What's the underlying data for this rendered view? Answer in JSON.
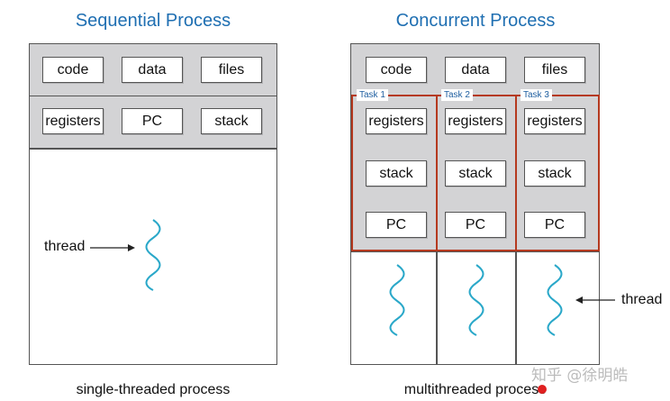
{
  "left": {
    "title": "Sequential Process",
    "row1": [
      "code",
      "data",
      "files"
    ],
    "row2": [
      "registers",
      "PC",
      "stack"
    ],
    "thread_label": "thread",
    "caption": "single-threaded process"
  },
  "right": {
    "title": "Concurrent Process",
    "row1": [
      "code",
      "data",
      "files"
    ],
    "tasks": [
      {
        "tag": "Task 1",
        "items": [
          "registers",
          "stack",
          "PC"
        ]
      },
      {
        "tag": "Task 2",
        "items": [
          "registers",
          "stack",
          "PC"
        ]
      },
      {
        "tag": "Task 3",
        "items": [
          "registers",
          "stack",
          "PC"
        ]
      }
    ],
    "thread_label": "thread",
    "caption": "multithreaded process"
  },
  "watermark": "知乎 @徐明皓",
  "colors": {
    "title": "#1f6fb2",
    "task_border": "#b5391f",
    "thread": "#2aa8c9",
    "band": "#d3d3d5"
  }
}
